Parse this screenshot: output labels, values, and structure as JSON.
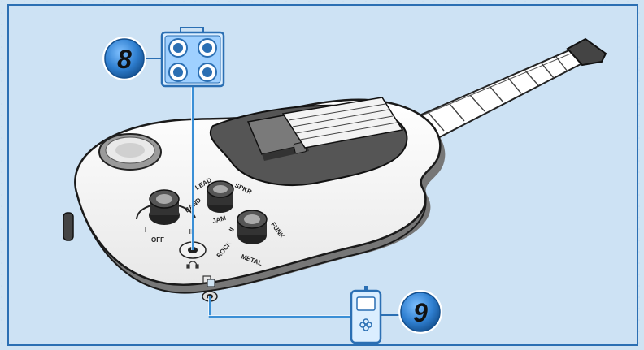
{
  "callouts": [
    {
      "number": "8",
      "target": "amplifier"
    },
    {
      "number": "9",
      "target": "media-player"
    }
  ],
  "knobs": {
    "volume": {
      "labels": [
        "I",
        "OFF",
        "II"
      ]
    },
    "mode": {
      "labels": [
        "BAND",
        "LEAD",
        "SPKR",
        "JAM"
      ]
    },
    "style": {
      "labels": [
        "ROCK",
        "METAL",
        "FUNK",
        "II"
      ]
    }
  },
  "colors": {
    "background": "#cfe3f3",
    "border": "#2b6fb3",
    "badge": "#2f7fd0",
    "cable": "#3a8fd6",
    "body_fill": "#fafafa",
    "pickguard": "#555555"
  },
  "icons": {
    "headphone_jack": "headphone-icon",
    "aux_jack": "aux-input-icon"
  }
}
